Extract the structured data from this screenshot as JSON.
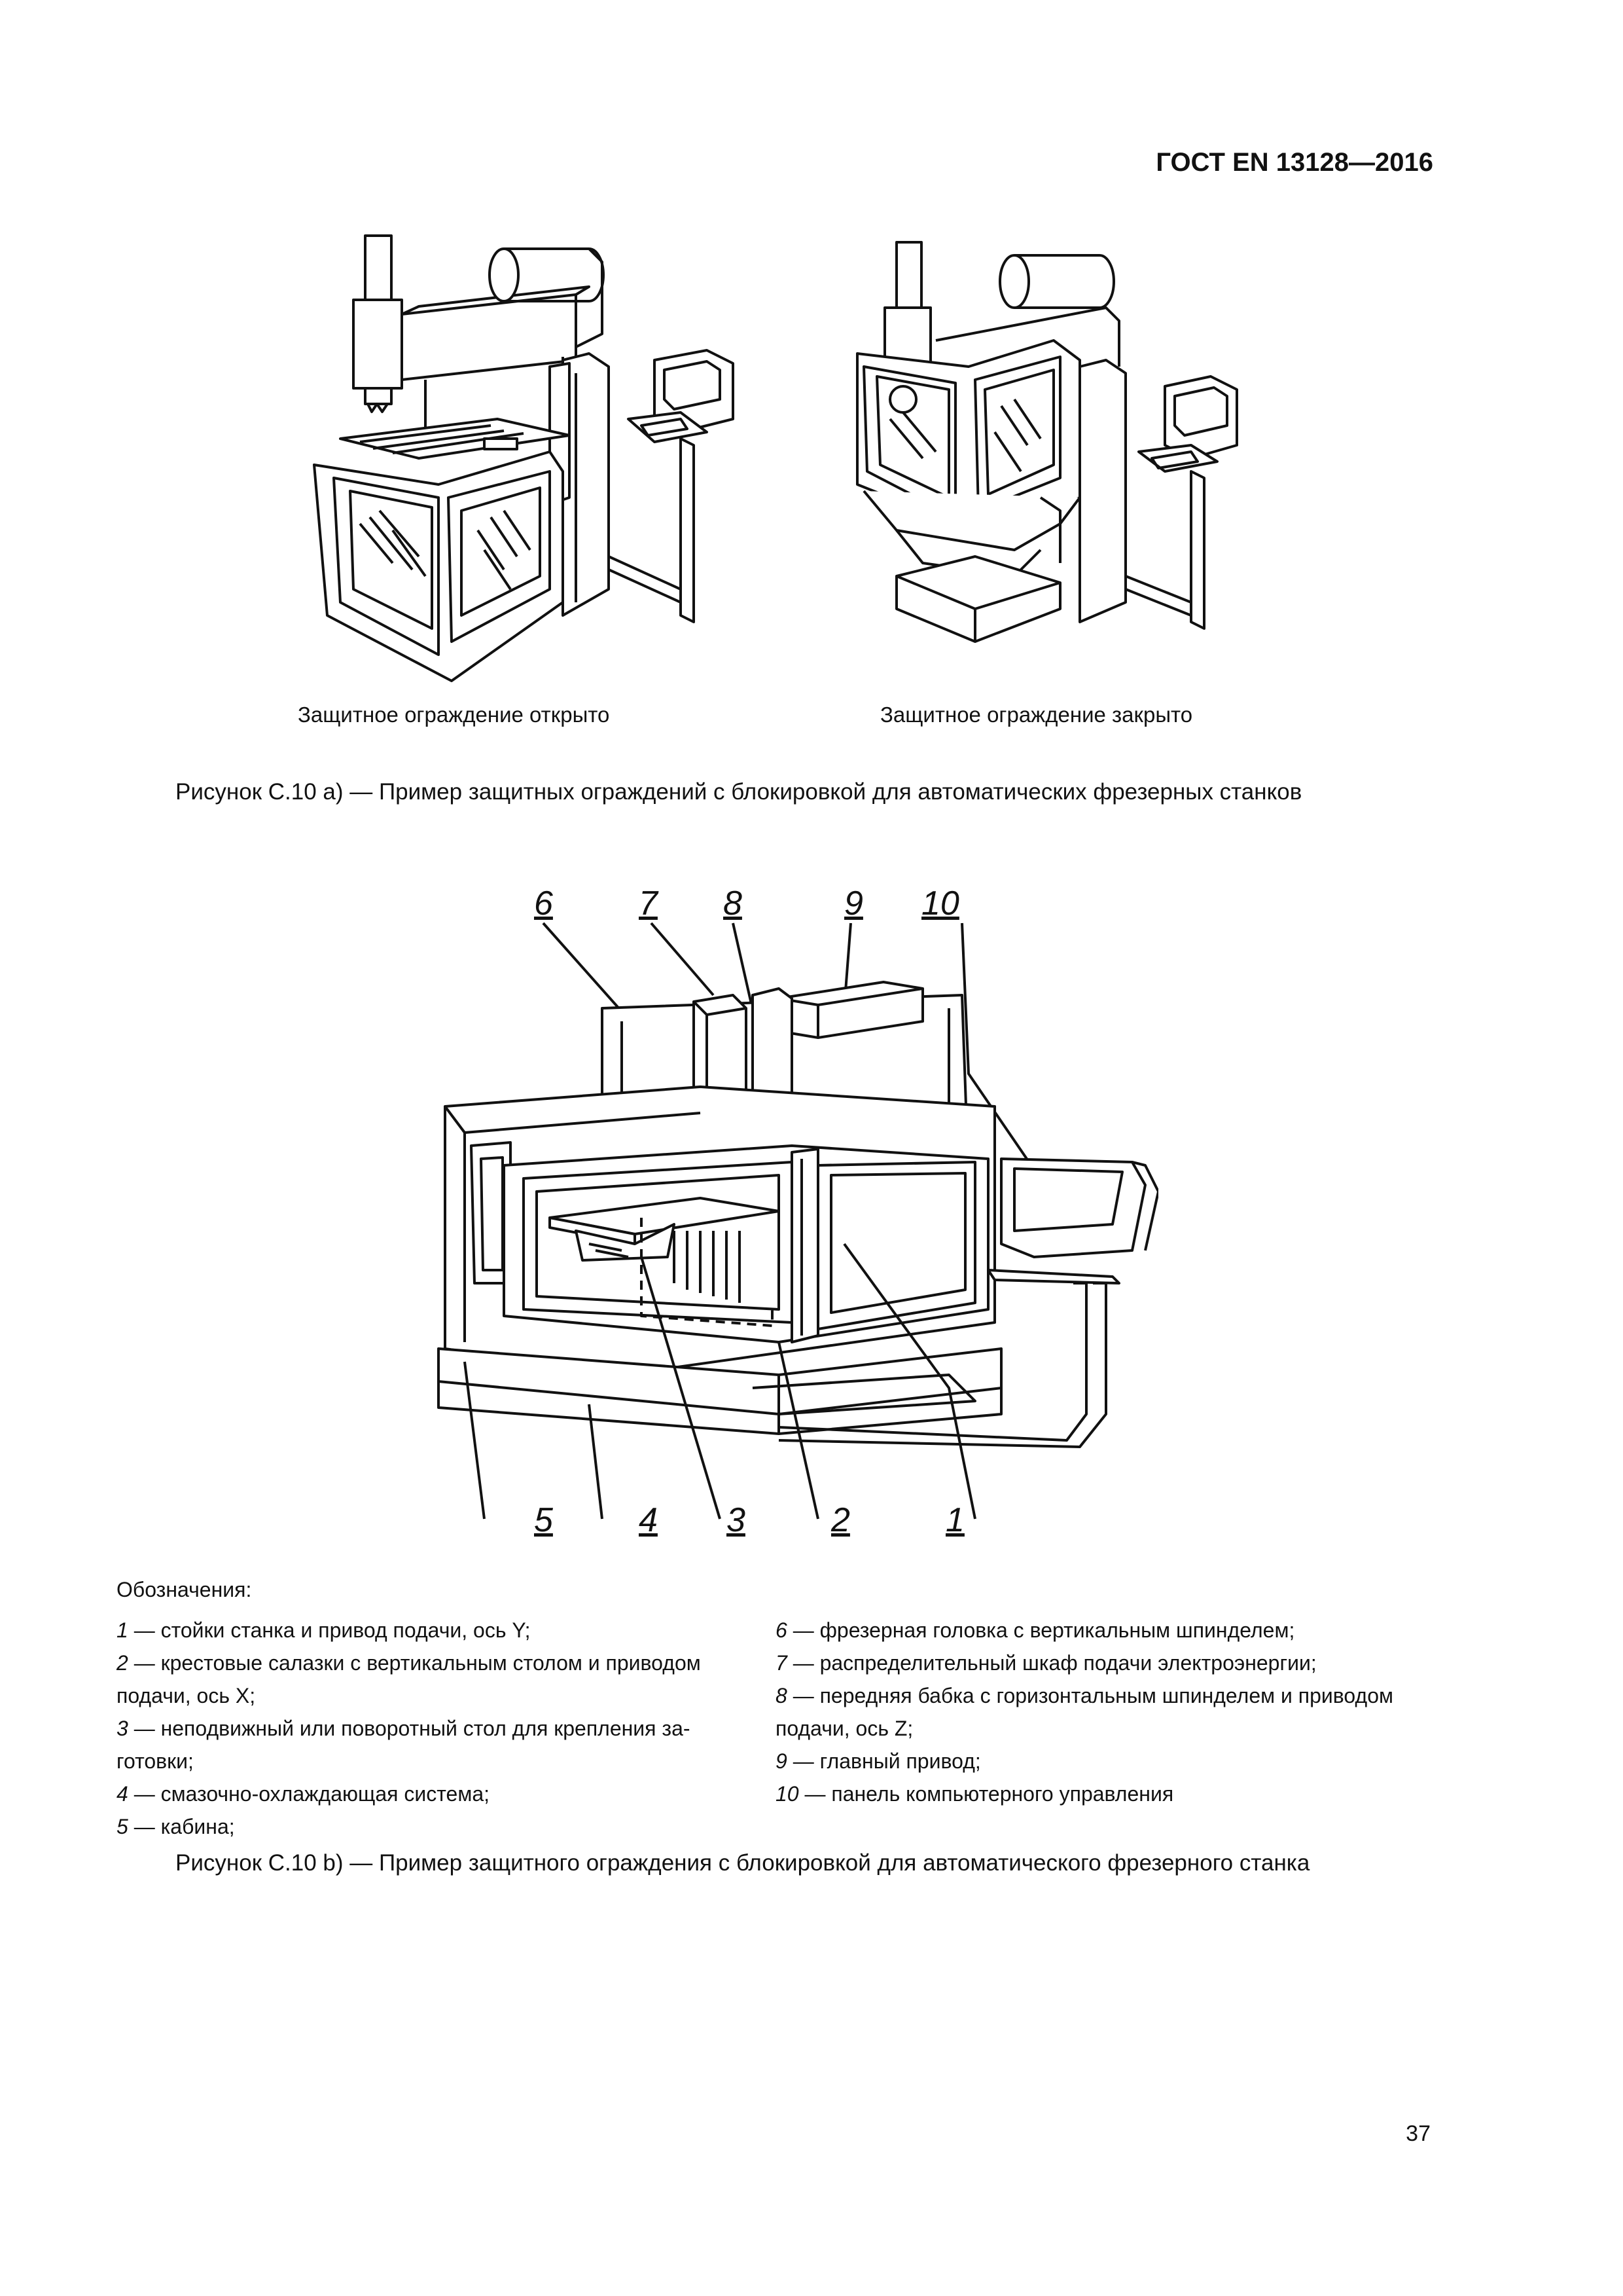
{
  "header": {
    "doc_code": "ГОСТ EN 13128—2016"
  },
  "figure_a": {
    "left_caption": "Защитное ограждение открыто",
    "right_caption": "Защитное ограждение закрыто",
    "caption": "Рисунок С.10 а) — Пример защитных ограждений с блокировкой для автоматических фрезерных станков"
  },
  "figure_b": {
    "callouts_top": [
      "6",
      "7",
      "8",
      "9",
      "10"
    ],
    "callouts_bottom": [
      "5",
      "4",
      "3",
      "2",
      "1"
    ],
    "legend_title": "Обозначения:",
    "legend_left": [
      {
        "num": "1",
        "text": " — стойки станка и привод подачи, ось Y;"
      },
      {
        "num": "2",
        "text": " — крестовые салазки с вертикальным столом и приводом"
      },
      {
        "num": "",
        "text": "подачи, ось X;"
      },
      {
        "num": "3",
        "text": " — неподвижный или поворотный стол для крепления за-"
      },
      {
        "num": "",
        "text": "готовки;"
      },
      {
        "num": "4",
        "text": " — смазочно-охлаждающая система;"
      },
      {
        "num": "5",
        "text": " — кабина;"
      }
    ],
    "legend_right": [
      {
        "num": "6",
        "text": " — фрезерная головка с вертикальным шпинделем;"
      },
      {
        "num": "7",
        "text": " — распределительный шкаф подачи электроэнергии;"
      },
      {
        "num": "8",
        "text": " — передняя бабка с горизонтальным шпинделем и приводом"
      },
      {
        "num": "",
        "text": "подачи, ось Z;"
      },
      {
        "num": "9",
        "text": " — главный привод;"
      },
      {
        "num": "10",
        "text": " — панель компьютерного управления"
      }
    ],
    "caption": "Рисунок С.10 b) — Пример защитного ограждения с блокировкой для автоматического фрезерного станка"
  },
  "page_number": "37"
}
